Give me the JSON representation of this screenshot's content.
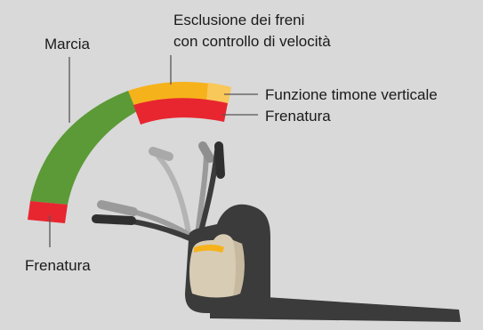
{
  "labels": {
    "top_line1": "Esclusione dei freni",
    "top_line2": "con controllo di velocità",
    "marcia": "Marcia",
    "tiller_vertical": "Funzione timone verticale",
    "braking_right": "Frenatura",
    "braking_bottom": "Frenatura"
  },
  "colors": {
    "background": "#d9d9d9",
    "drive_zone": "#5b9a37",
    "brake_zone": "#e82630",
    "override_zone": "#f6b21b",
    "vertical_zone": "#f9c85a",
    "leader_line": "#555555",
    "truck_body": "#3b3b3b",
    "truck_cover": "#d8ccb5",
    "accent": "#f6b21b"
  },
  "icons": [
    "pallet-truck-icon",
    "tiller-handle-icon"
  ]
}
